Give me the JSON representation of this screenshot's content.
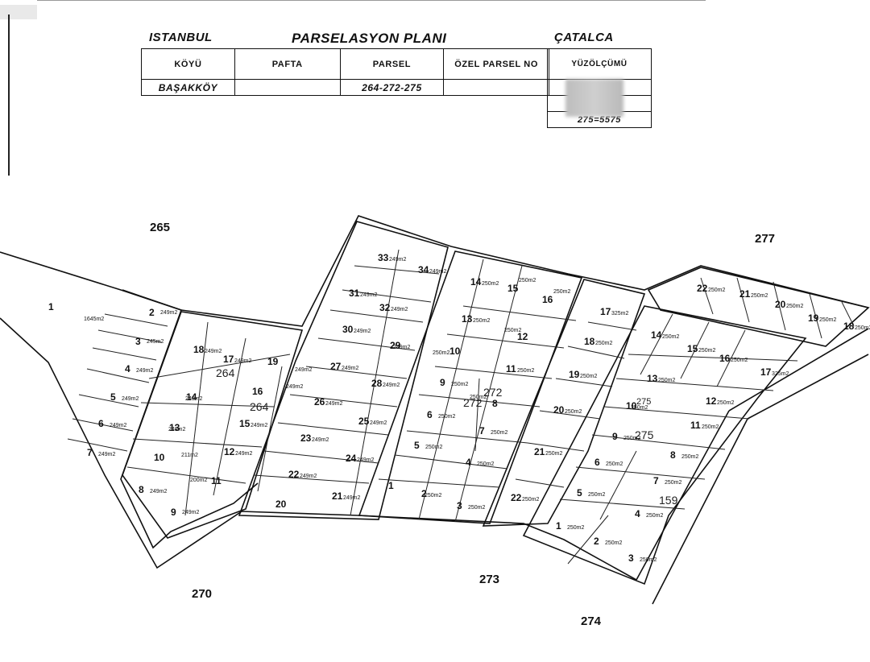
{
  "header": {
    "city": "ISTANBUL",
    "title": "PARSELASYON PLANI",
    "district": "ÇATALCA"
  },
  "info_table": {
    "columns": [
      "KÖYÜ",
      "PAFTA",
      "PARSEL",
      "ÖZEL PARSEL  NO",
      "YÜZÖLÇÜMÜ"
    ],
    "village": "BAŞAKKÖY",
    "sheet": "",
    "parcel": "264-272-275",
    "special_parcel_no": "",
    "area_rows": [
      "",
      "",
      "275=5575"
    ]
  },
  "neighbor_parcels": [
    {
      "id": "n265",
      "label": "265"
    },
    {
      "id": "n277",
      "label": "277"
    },
    {
      "id": "n270",
      "label": "270"
    },
    {
      "id": "n273",
      "label": "273"
    },
    {
      "id": "n274",
      "label": "274"
    }
  ],
  "block_labels": [
    {
      "id": "b264a",
      "label": "264"
    },
    {
      "id": "b264b",
      "label": "264"
    },
    {
      "id": "b272a",
      "label": "272"
    },
    {
      "id": "b272b",
      "label": "272"
    },
    {
      "id": "b275a",
      "label": "275"
    },
    {
      "id": "b275b",
      "label": "275"
    },
    {
      "id": "b159",
      "label": "159"
    }
  ],
  "lots": [
    {
      "no": "1",
      "area": "1645m2"
    },
    {
      "no": "2",
      "area": "249m2"
    },
    {
      "no": "3",
      "area": "245m2"
    },
    {
      "no": "4",
      "area": "249m2"
    },
    {
      "no": "5",
      "area": "249m2"
    },
    {
      "no": "6",
      "area": "249m2"
    },
    {
      "no": "7",
      "area": "249m2"
    },
    {
      "no": "8",
      "area": "249m2"
    },
    {
      "no": "9",
      "area": "249m2"
    },
    {
      "no": "10",
      "area": "211m2"
    },
    {
      "no": "11",
      "area": "200m2"
    },
    {
      "no": "12",
      "area": "249m2"
    },
    {
      "no": "13",
      "area": "249m2"
    },
    {
      "no": "14",
      "area": "249m2"
    },
    {
      "no": "15",
      "area": "249m2"
    },
    {
      "no": "16",
      "area": "249m2"
    },
    {
      "no": "17",
      "area": "249m2"
    },
    {
      "no": "18",
      "area": "249m2"
    },
    {
      "no": "19",
      "area": "249m2"
    },
    {
      "no": "20",
      "area": ""
    },
    {
      "no": "21",
      "area": "249m2"
    },
    {
      "no": "22",
      "area": "249m2"
    },
    {
      "no": "23",
      "area": "249m2"
    },
    {
      "no": "24",
      "area": "249m2"
    },
    {
      "no": "25",
      "area": "249m2"
    },
    {
      "no": "26",
      "area": "249m2"
    },
    {
      "no": "27",
      "area": "249m2"
    },
    {
      "no": "28",
      "area": "249m2"
    },
    {
      "no": "29",
      "area": "249m2"
    },
    {
      "no": "30",
      "area": "249m2"
    },
    {
      "no": "31",
      "area": "249m2"
    },
    {
      "no": "32",
      "area": "249m2"
    },
    {
      "no": "33",
      "area": "249m2"
    },
    {
      "no": "34",
      "area": "249m2"
    },
    {
      "no": "1",
      "area": ""
    },
    {
      "no": "2",
      "area": "250m2"
    },
    {
      "no": "3",
      "area": "250m2"
    },
    {
      "no": "4",
      "area": "250m2"
    },
    {
      "no": "5",
      "area": "250m2"
    },
    {
      "no": "6",
      "area": "250m2"
    },
    {
      "no": "7",
      "area": "250m2"
    },
    {
      "no": "8",
      "area": "250m2"
    },
    {
      "no": "9",
      "area": "250m2"
    },
    {
      "no": "10",
      "area": "250m2"
    },
    {
      "no": "11",
      "area": "250m2"
    },
    {
      "no": "12",
      "area": "250m2"
    },
    {
      "no": "13",
      "area": "250m2"
    },
    {
      "no": "14",
      "area": "250m2"
    },
    {
      "no": "15",
      "area": "250m2"
    },
    {
      "no": "16",
      "area": "250m2"
    },
    {
      "no": "17",
      "area": "325m2"
    },
    {
      "no": "18",
      "area": "250m2"
    },
    {
      "no": "19",
      "area": "250m2"
    },
    {
      "no": "20",
      "area": "250m2"
    },
    {
      "no": "21",
      "area": "250m2"
    },
    {
      "no": "22",
      "area": "250m2"
    },
    {
      "no": "1",
      "area": "250m2"
    },
    {
      "no": "2",
      "area": "250m2"
    },
    {
      "no": "3",
      "area": "250m2"
    },
    {
      "no": "4",
      "area": "250m2"
    },
    {
      "no": "5",
      "area": "250m2"
    },
    {
      "no": "6",
      "area": "250m2"
    },
    {
      "no": "7",
      "area": "250m2"
    },
    {
      "no": "8",
      "area": "250m2"
    },
    {
      "no": "9",
      "area": "250m2"
    },
    {
      "no": "10",
      "area": "250m2"
    },
    {
      "no": "11",
      "area": "250m2"
    },
    {
      "no": "12",
      "area": "250m2"
    },
    {
      "no": "13",
      "area": "250m2"
    },
    {
      "no": "14",
      "area": "250m2"
    },
    {
      "no": "15",
      "area": "250m2"
    },
    {
      "no": "16",
      "area": "250m2"
    },
    {
      "no": "17",
      "area": "325m2"
    },
    {
      "no": "18",
      "area": "250m2"
    },
    {
      "no": "19",
      "area": "250m2"
    },
    {
      "no": "20",
      "area": "250m2"
    },
    {
      "no": "21",
      "area": "250m2"
    },
    {
      "no": "22",
      "area": "250m2"
    }
  ],
  "colors": {
    "ink": "#111111",
    "paper": "#ffffff",
    "redaction": "#c4c4c4"
  }
}
